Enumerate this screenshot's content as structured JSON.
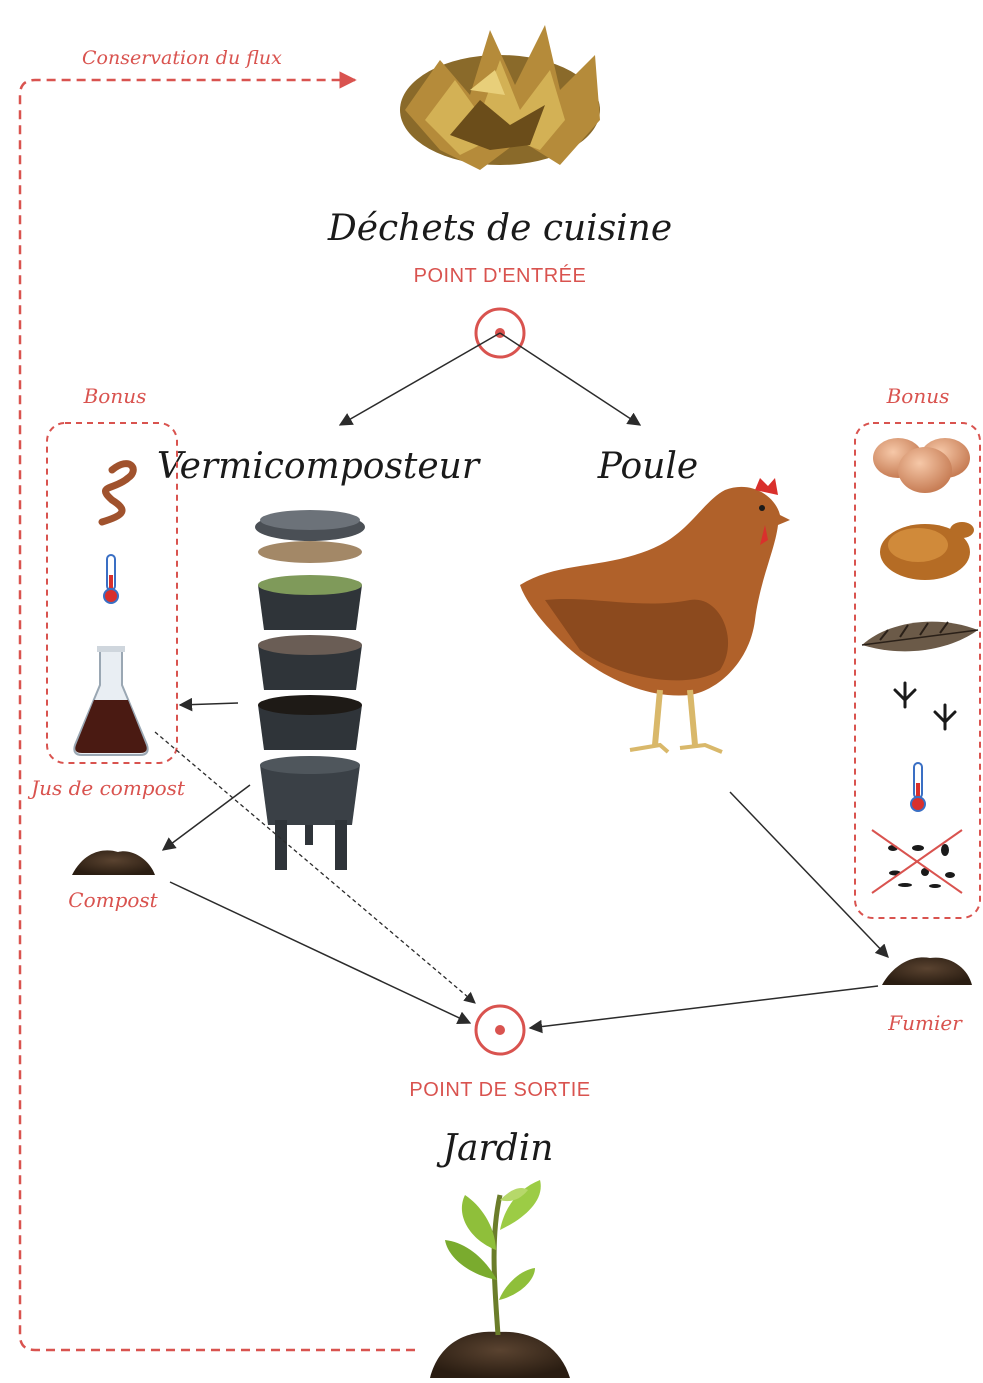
{
  "colors": {
    "accent": "#d9534f",
    "arrow": "#2b2b2b",
    "ink": "#1a1a1a"
  },
  "feedback_label": "Conservation du flux",
  "top": {
    "title": "Déchets de cuisine",
    "entry_label": "POINT D'ENTRÉE"
  },
  "left_branch": {
    "title": "Vermicomposteur",
    "bonus_label": "Bonus",
    "juice_label": "Jus de compost",
    "compost_label": "Compost"
  },
  "right_branch": {
    "title": "Poule",
    "bonus_label": "Bonus",
    "manure_label": "Fumier"
  },
  "bottom": {
    "exit_label": "POINT DE SORTIE",
    "title": "Jardin"
  }
}
